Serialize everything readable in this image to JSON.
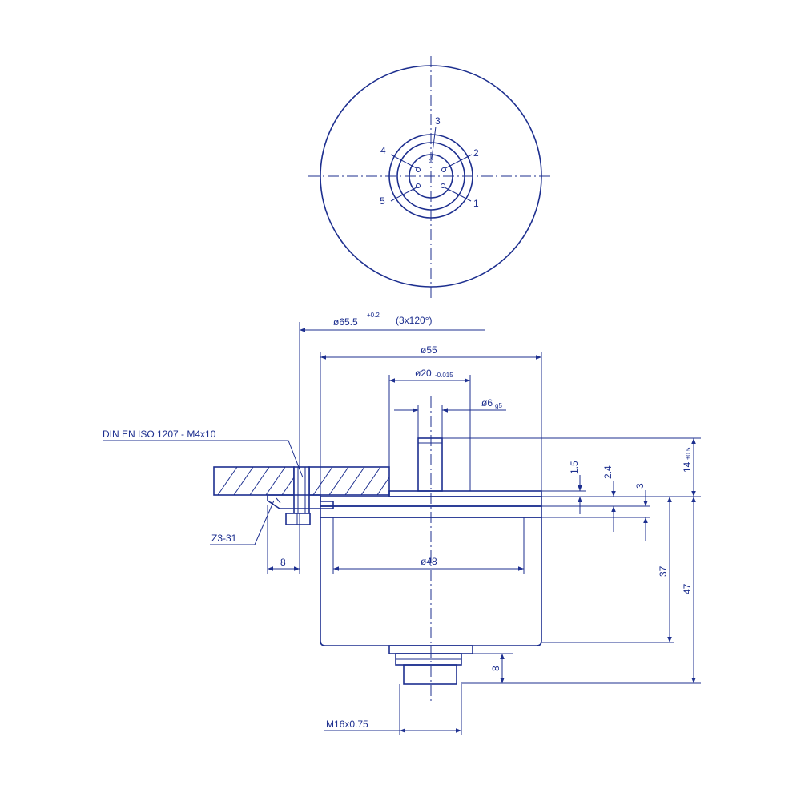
{
  "pin_labels": [
    "1",
    "2",
    "3",
    "4",
    "5"
  ],
  "dimensions": {
    "flange_dia": "ø65.5",
    "flange_tol": "+0.2",
    "flange_pattern": "(3x120°)",
    "body_dia": "ø55",
    "hub_dia": "ø20",
    "hub_tol": "-0.015",
    "shaft_dia": "ø6",
    "shaft_tol": "g5",
    "base_dia": "ø48",
    "shaft_height": "14",
    "shaft_height_tol": "±0.5",
    "hub_height": "1.5",
    "flange_step": "2.4",
    "flange_thickness": "3",
    "body_height": "37",
    "total_height": "47",
    "connector_height": "8",
    "clamp_offset": "8",
    "thread": "M16x0.75"
  },
  "callouts": {
    "screw_spec": "DIN EN ISO 1207 - M4x10",
    "clamp_part": "Z3-31"
  },
  "colors": {
    "line": "#1d2f8f",
    "background": "#ffffff"
  }
}
